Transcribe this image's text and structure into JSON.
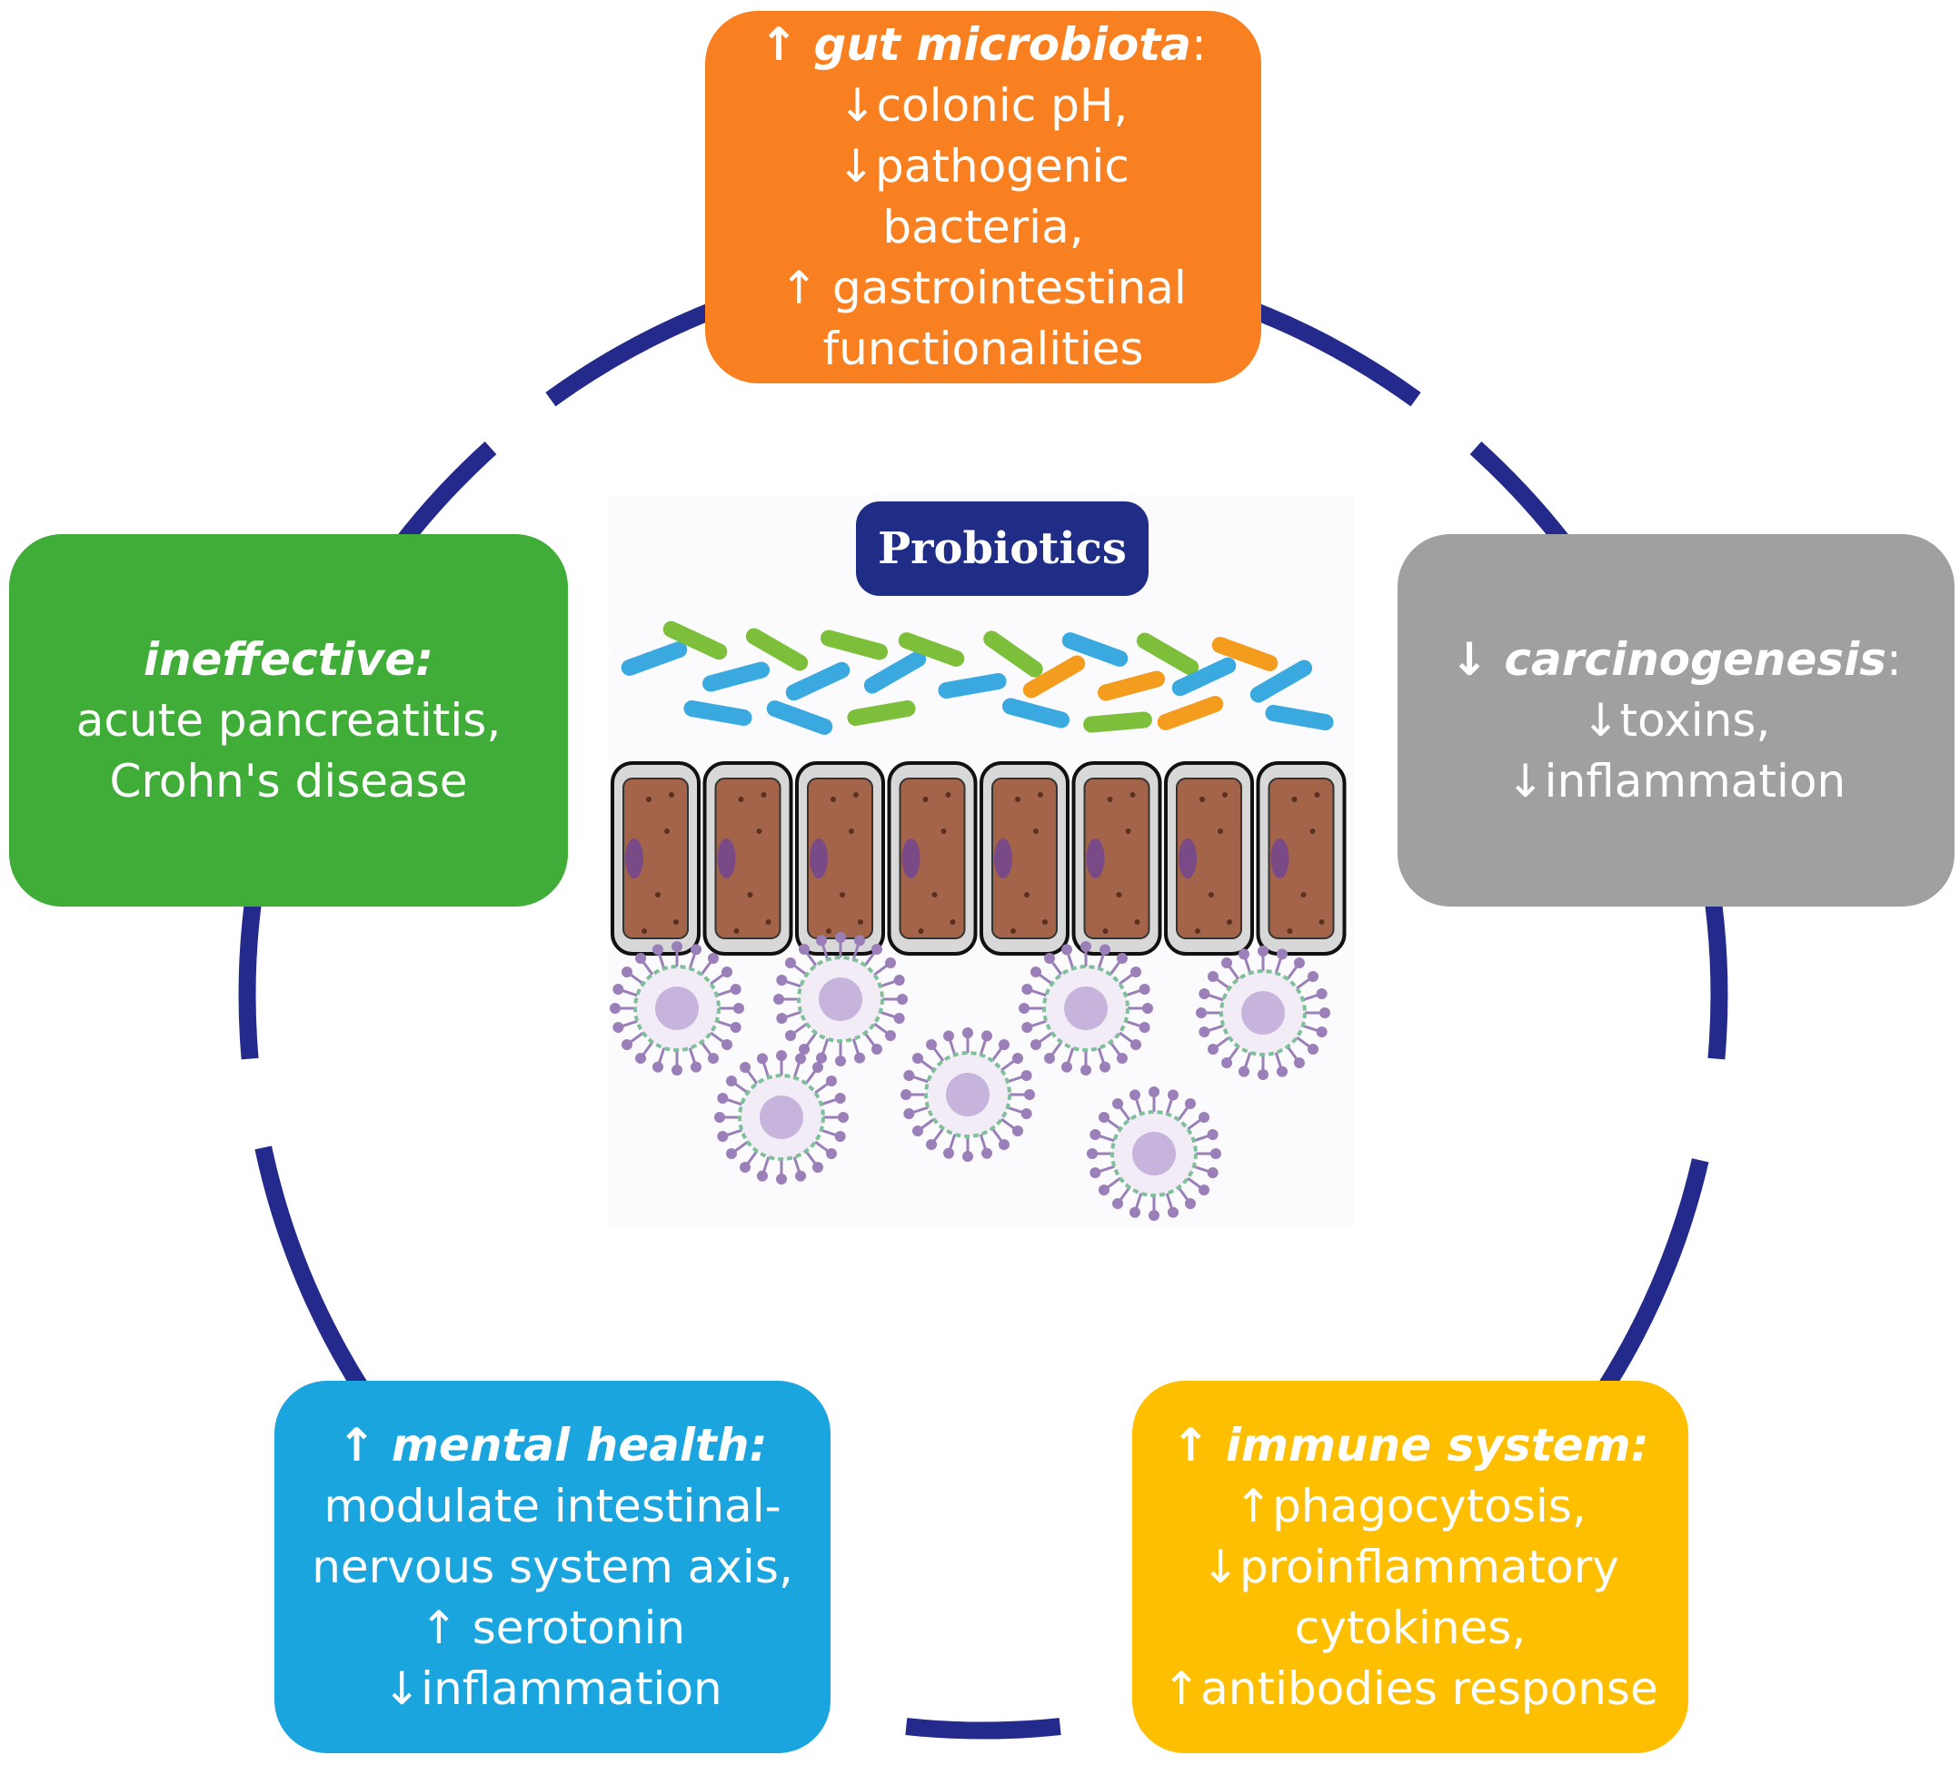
{
  "colors": {
    "ring": "#232a8c",
    "gut_microbiota_box": "#f98020",
    "carcinogenesis_box": "#a0a0a0",
    "ineffective_box": "#3fad38",
    "mental_health_box": "#1ba5de",
    "immune_system_box": "#fdbf00",
    "probiotics_label": "#1f2d86"
  },
  "center": {
    "label": "Probiotics"
  },
  "boxes": {
    "gut_microbiota": {
      "head": "↑ gut microbiota",
      "head_tail": ":",
      "lines": [
        "↓colonic pH,",
        "↓pathogenic",
        "bacteria,",
        "↑ gastrointestinal",
        "functionalities"
      ]
    },
    "carcinogenesis": {
      "head": "↓ carcinogenesis",
      "head_tail": ":",
      "lines": [
        "↓toxins,",
        "↓inflammation"
      ]
    },
    "ineffective": {
      "head": "ineffective:",
      "head_tail": "",
      "lines": [
        "acute pancreatitis,",
        "Crohn's disease"
      ]
    },
    "mental_health": {
      "head": "↑ mental health:",
      "head_tail": "",
      "lines": [
        "modulate intestinal-",
        "nervous system axis,",
        "↑ serotonin",
        "↓inflammation"
      ]
    },
    "immune_system": {
      "head": "↑ immune system:",
      "head_tail": "",
      "lines": [
        "↑phagocytosis,",
        "↓proinflammatory",
        "cytokines,",
        "↑antibodies response"
      ]
    }
  }
}
